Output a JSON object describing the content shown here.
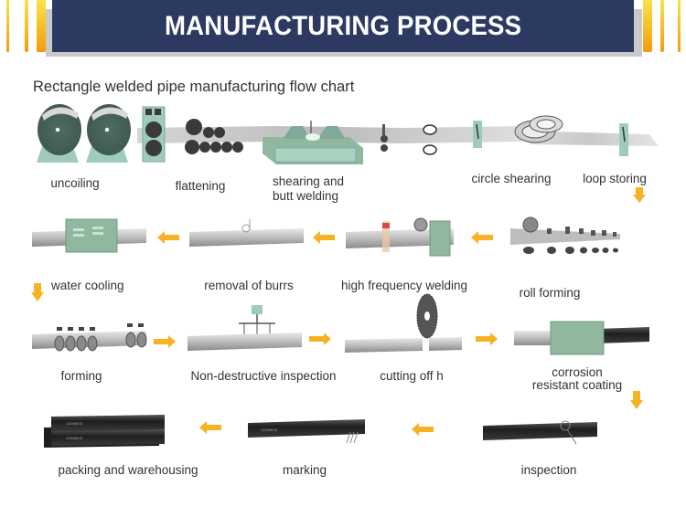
{
  "header": {
    "title": "MANUFACTURING PROCESS"
  },
  "subtitle": "Rectangle welded pipe manufacturing flow chart",
  "colors": {
    "banner": "#2c3a62",
    "stripe_top": "#f9e24a",
    "stripe_bottom": "#f29a12",
    "arrow": "#f5b222",
    "machine_green": "#8fb89f",
    "pipe_silver": "#b8b8b8",
    "pipe_black": "#2a2a2a"
  },
  "steps": [
    {
      "label": "uncoiling",
      "icon": "coil-rolls-icon"
    },
    {
      "label": "flattening",
      "icon": "flattening-rollers-icon"
    },
    {
      "label_line1": "shearing and",
      "label_line2": "butt welding",
      "icon": "shear-weld-machine-icon"
    },
    {
      "label": "circle shearing",
      "icon": "circle-shear-icon"
    },
    {
      "label": "loop storing",
      "icon": "loop-storage-icon"
    },
    {
      "label": "roll forming",
      "icon": "roll-forming-icon"
    },
    {
      "label": "high frequency welding",
      "icon": "hf-welder-icon"
    },
    {
      "label": "removal of burrs",
      "icon": "deburring-icon"
    },
    {
      "label": "water cooling",
      "icon": "cooling-box-icon"
    },
    {
      "label": "forming",
      "icon": "sizing-rollers-icon"
    },
    {
      "label": "Non-destructive inspection",
      "icon": "ndt-probe-icon"
    },
    {
      "label": "cutting off h",
      "icon": "saw-blade-icon"
    },
    {
      "label_line1": "corrosion",
      "label_line2": "resistant coating",
      "icon": "coating-box-icon"
    },
    {
      "label": "inspection",
      "icon": "inspection-icon"
    },
    {
      "label": "marking",
      "icon": "marking-icon"
    },
    {
      "label": "packing and warehousing",
      "icon": "pipe-stack-icon"
    }
  ],
  "pipe_marking_text": "12345678"
}
